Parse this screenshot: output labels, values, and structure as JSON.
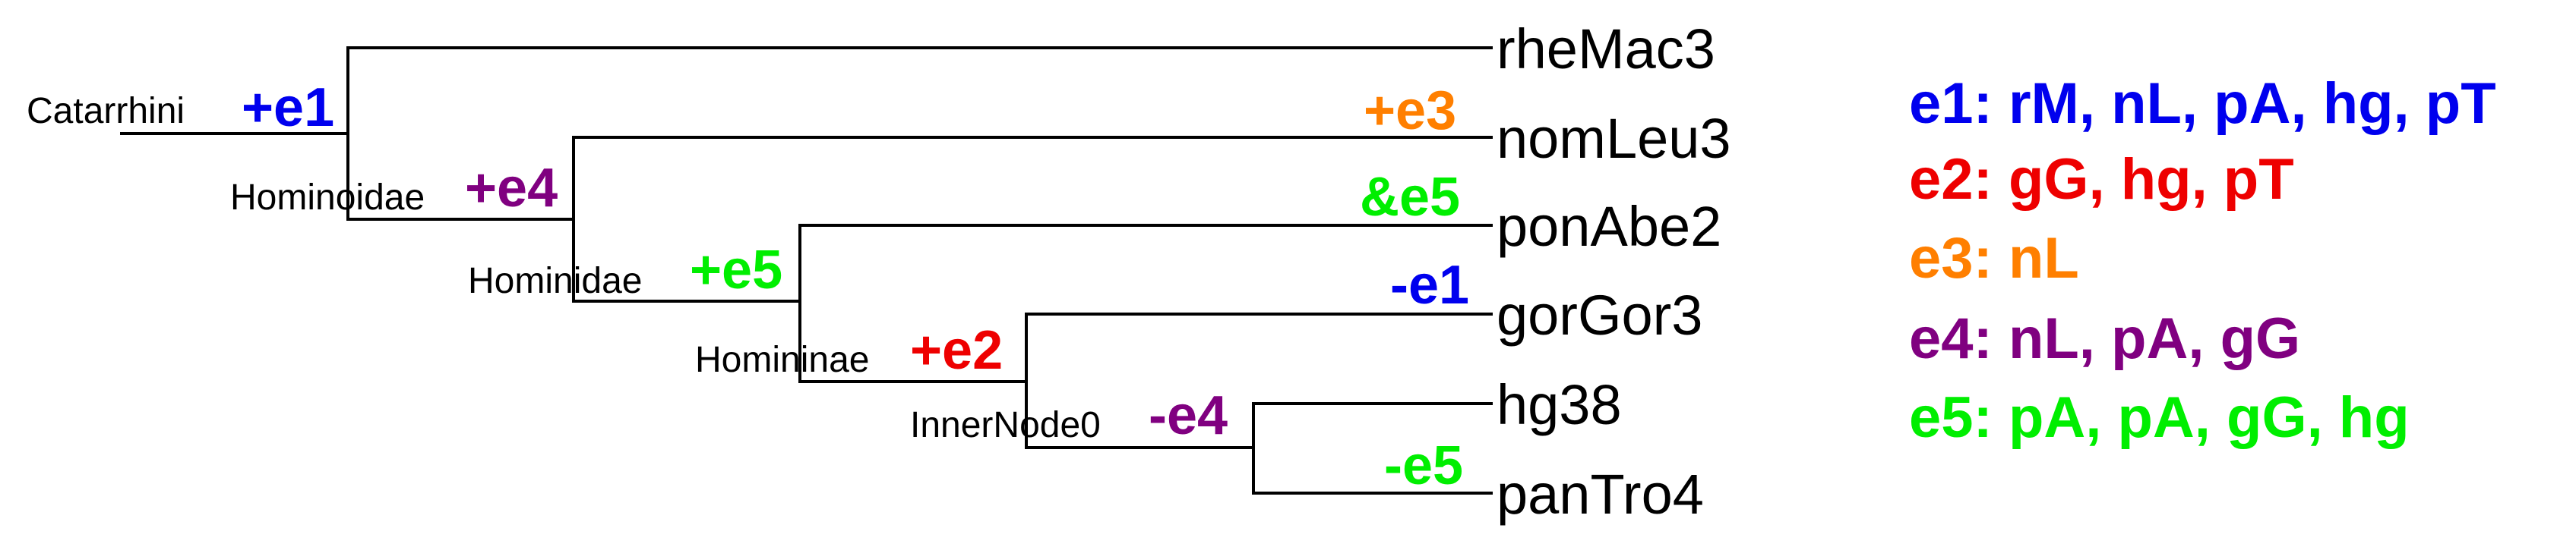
{
  "leaves": [
    "rheMac3",
    "nomLeu3",
    "ponAbe2",
    "gorGor3",
    "hg38",
    "panTro4"
  ],
  "internal_nodes": [
    "Catarrhini",
    "Hominoidae",
    "Hominidae",
    "Homininae",
    "InnerNode0"
  ],
  "events": [
    {
      "node": "Catarrhini",
      "label": "+e1",
      "color": "#0000ee"
    },
    {
      "node": "Hominoidae",
      "label": "+e4",
      "color": "#800080"
    },
    {
      "node": "Hominidae",
      "label": "+e5",
      "color": "#00ee00"
    },
    {
      "node": "Homininae",
      "label": "+e2",
      "color": "#ee0000"
    },
    {
      "node": "InnerNode0",
      "label": "-e4",
      "color": "#800080"
    },
    {
      "node": "nomLeu3",
      "label": "+e3",
      "color": "#ff7f00"
    },
    {
      "node": "ponAbe2",
      "label": "&e5",
      "color": "#00ee00"
    },
    {
      "node": "gorGor3",
      "label": "-e1",
      "color": "#0000ee"
    },
    {
      "node": "panTro4",
      "label": "-e5",
      "color": "#00ee00"
    }
  ],
  "legend": [
    {
      "text": "e1: rM, nL, pA, hg, pT",
      "color": "#0000ee"
    },
    {
      "text": "e2: gG, hg, pT",
      "color": "#ee0000"
    },
    {
      "text": "e3: nL",
      "color": "#ff7f00"
    },
    {
      "text": "e4: nL, pA, gG",
      "color": "#800080"
    },
    {
      "text": "e5: pA, pA, gG, hg",
      "color": "#00ee00"
    }
  ]
}
